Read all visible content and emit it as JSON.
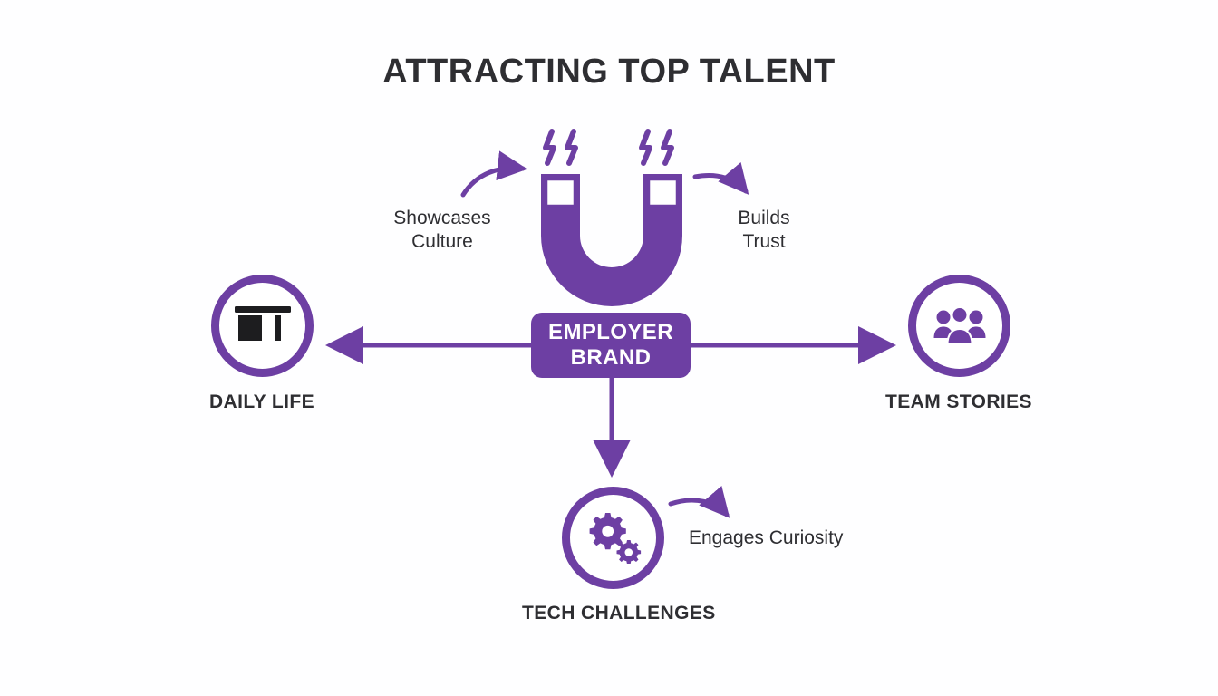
{
  "page": {
    "background_color": "#fefeff",
    "accent_color": "#6d3fa3",
    "text_color": "#2e2e32",
    "icon_dark_color": "#1d1d1f"
  },
  "header": {
    "title": "ATTRACTING TOP TALENT"
  },
  "center": {
    "label_line1": "EMPLOYER",
    "label_line2": "BRAND",
    "shape": "rounded-rectangle",
    "fill_color": "#6d3fa3",
    "text_color": "#ffffff"
  },
  "hero_icon": {
    "name": "magnet-icon",
    "description": "purple horseshoe magnet with two lightning bolt pairs",
    "color": "#6d3fa3"
  },
  "annotations": [
    {
      "id": "showcases-culture",
      "line1": "Showcases",
      "line2": "Culture",
      "arrow": "curved-arrow-up-right",
      "target": "magnet-icon"
    },
    {
      "id": "builds-trust",
      "line1": "Builds",
      "line2": "Trust",
      "arrow": "curved-arrow-down-right",
      "target": "builds-trust-text"
    },
    {
      "id": "engages-curiosity",
      "line1": "Engages Curiosity",
      "line2": "",
      "arrow": "curved-arrow-down-right",
      "target": "engages-curiosity-text"
    }
  ],
  "nodes": [
    {
      "id": "daily-life",
      "label": "DAILY LIFE",
      "icon": "desk-icon",
      "icon_color": "#1d1d1f",
      "ring_color": "#6d3fa3",
      "position": "left",
      "connector": "arrow-left"
    },
    {
      "id": "team-stories",
      "label": "TEAM STORIES",
      "icon": "people-group-icon",
      "icon_color": "#6d3fa3",
      "ring_color": "#6d3fa3",
      "position": "right",
      "connector": "arrow-right"
    },
    {
      "id": "tech-challenges",
      "label": "TECH CHALLENGES",
      "icon": "gears-icon",
      "icon_color": "#6d3fa3",
      "ring_color": "#6d3fa3",
      "position": "bottom",
      "connector": "arrow-down"
    }
  ]
}
